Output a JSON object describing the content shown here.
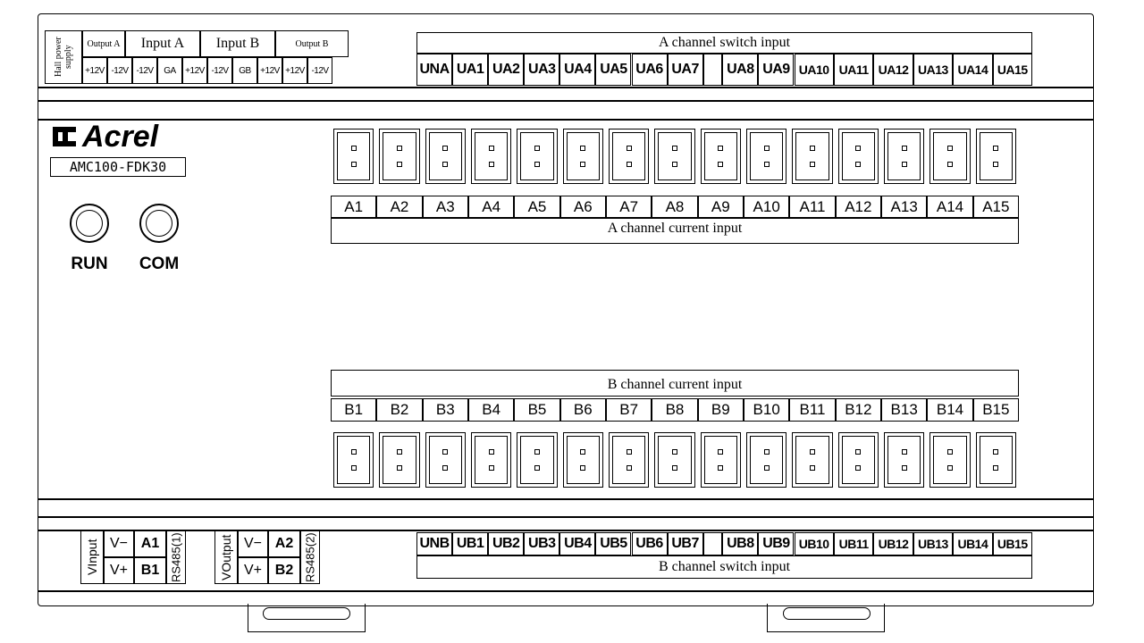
{
  "brand": {
    "logo_text": "Acrel",
    "model": "AMC100-FDK30"
  },
  "indicators": [
    {
      "label": "RUN"
    },
    {
      "label": "COM"
    }
  ],
  "top_power": {
    "hall_label": "Hall power supply",
    "groups": [
      "Output A",
      "Input A",
      "Input B",
      "Output B"
    ],
    "pins": [
      "+12V",
      "-12V",
      "-12V",
      "GA",
      "+12V",
      "-12V",
      "GB",
      "+12V",
      "+12V",
      "-12V"
    ]
  },
  "a_switch": {
    "title": "A channel switch input",
    "pins": [
      "UNA",
      "UA1",
      "UA2",
      "UA3",
      "UA4",
      "UA5",
      "UA6",
      "UA7",
      "",
      "UA8",
      "UA9",
      "UA10",
      "UA11",
      "UA12",
      "UA13",
      "UA14",
      "UA15"
    ]
  },
  "a_current": {
    "title": "A channel current input",
    "labels": [
      "A1",
      "A2",
      "A3",
      "A4",
      "A5",
      "A6",
      "A7",
      "A8",
      "A9",
      "A10",
      "A11",
      "A12",
      "A13",
      "A14",
      "A15"
    ]
  },
  "b_current": {
    "title": "B channel current input",
    "labels": [
      "B1",
      "B2",
      "B3",
      "B4",
      "B5",
      "B6",
      "B7",
      "B8",
      "B9",
      "B10",
      "B11",
      "B12",
      "B13",
      "B14",
      "B15"
    ]
  },
  "b_switch": {
    "title": "B channel switch input",
    "pins": [
      "UNB",
      "UB1",
      "UB2",
      "UB3",
      "UB4",
      "UB5",
      "UB6",
      "UB7",
      "",
      "UB8",
      "UB9",
      "UB10",
      "UB11",
      "UB12",
      "UB13",
      "UB14",
      "UB15"
    ]
  },
  "bottom_comm": {
    "left": {
      "group": "VInput",
      "top": [
        "V−",
        "A1"
      ],
      "bottom": [
        "V+",
        "B1"
      ],
      "port": "RS485(1)"
    },
    "right": {
      "group": "VOutput",
      "top": [
        "V−",
        "A2"
      ],
      "bottom": [
        "V+",
        "B2"
      ],
      "port": "RS485(2)"
    }
  }
}
